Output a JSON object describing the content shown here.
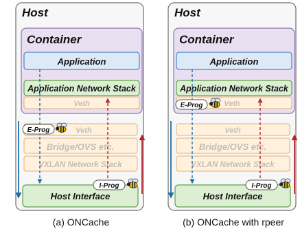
{
  "colors": {
    "host_fill": "#f7f7f7",
    "host_stroke": "#6d6d6d",
    "container_fill": "#e9dff0",
    "container_stroke": "#8c74ad",
    "application_fill": "#dde9f7",
    "application_stroke": "#4a86c8",
    "netstack_fill": "#dcefd3",
    "netstack_stroke": "#5ca14a",
    "veth_fill": "#fff1de",
    "veth_stroke": "#e3b171",
    "faded_text": "#c7bdb0",
    "arrow_blue": "#1f6fa7",
    "arrow_red": "#b4222b",
    "tag_fill": "#ffffff",
    "tag_stroke": "#555555"
  },
  "panels": [
    {
      "host_label": "Host",
      "container_label": "Container",
      "application_label": "Application",
      "netstack_label": "Application Network Stack",
      "container_veth_label": "Veth",
      "host_veth_label": "Veth",
      "bridge_label": "Bridge/OVS etc.",
      "vxlan_label": "VXLAN Network Stack",
      "host_interface_label": "Host Interface",
      "egress_tag": "E-Prog",
      "ingress_tag": "I-Prog",
      "caption": "(a) ONCache"
    },
    {
      "host_label": "Host",
      "container_label": "Container",
      "application_label": "Application",
      "netstack_label": "Application Network Stack",
      "container_veth_label": "Veth",
      "host_veth_label": "Veth",
      "bridge_label": "Bridge/OVS etc.",
      "vxlan_label": "VXLAN Network Stack",
      "host_interface_label": "Host Interface",
      "egress_tag": "E-Prog",
      "ingress_tag": "I-Prog",
      "caption": "(b) ONCache with rpeer"
    }
  ]
}
